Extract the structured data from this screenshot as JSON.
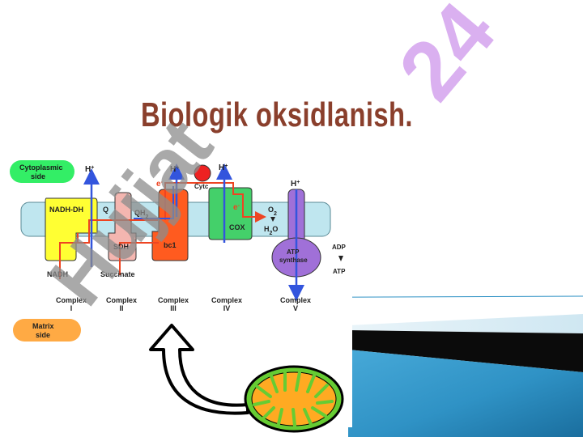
{
  "slide": {
    "title": "Biologik oksidlanish."
  },
  "watermarks": {
    "main": "Hujjat",
    "corner": "24"
  },
  "diagram": {
    "cytoplasmic_side": "Cytoplasmic side",
    "matrix_side": "Matrix side",
    "h_plus": "H+",
    "e_minus": "e-",
    "nadh_dh": "NADH-DH",
    "q": "Q",
    "qh2": "QH2",
    "sdh": "SDH",
    "bc1": "bc1",
    "cytc": "Cytc",
    "cox": "COX",
    "o2": "O2",
    "h2o": "H2O",
    "atp_synthase": "ATP synthase",
    "adp": "ADP",
    "atp": "ATP",
    "nadh": "NADH",
    "succinate": "Succinate",
    "complexes": [
      "Complex I",
      "Complex II",
      "Complex III",
      "Complex IV",
      "Complex V"
    ]
  },
  "colors": {
    "title": "#8a3f2c",
    "membrane": "#bfe6ef",
    "nadh_dh": "#ffff33",
    "sdh": "#f4b6b0",
    "bc1": "#ff5b1f",
    "cox": "#44d06a",
    "atp_synthase": "#a070d8",
    "cytc": "#ee2222",
    "cytoplasmic_label": "#33ee66",
    "matrix_label": "#ffaa44",
    "proton_arrow": "#3355dd",
    "electron_path": "#ee4422",
    "mitochondrion": "#66cc33",
    "cristae": "#ffaa22",
    "slide_teal": "#2f92c5"
  }
}
